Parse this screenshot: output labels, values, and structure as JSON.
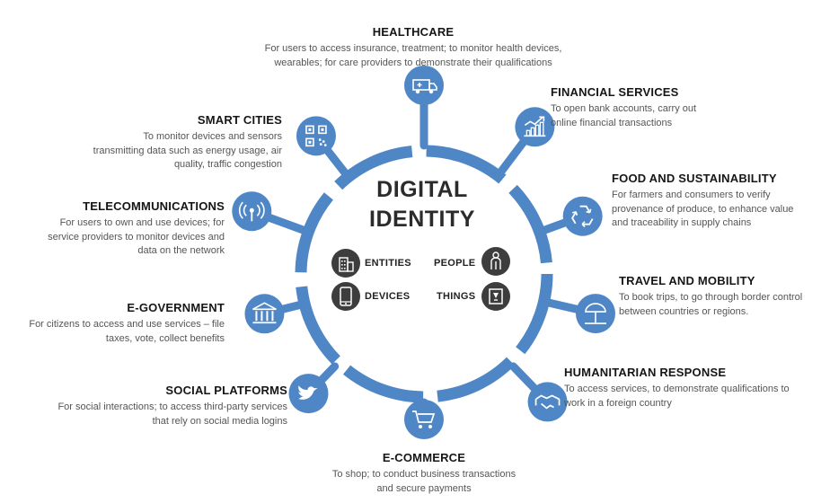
{
  "center": {
    "title_line1": "DIGITAL",
    "title_line2": "IDENTITY",
    "categories": [
      {
        "label": "ENTITIES",
        "icon": "building-icon"
      },
      {
        "label": "PEOPLE",
        "icon": "person-icon"
      },
      {
        "label": "DEVICES",
        "icon": "phone-icon"
      },
      {
        "label": "THINGS",
        "icon": "chip-icon"
      }
    ]
  },
  "sectors": [
    {
      "title": "HEALTHCARE",
      "lines": [
        "For users to access insurance, treatment; to monitor health devices,",
        "wearables; for care providers to demonstrate their qualifications"
      ],
      "icon": "ambulance-icon"
    },
    {
      "title": "FINANCIAL SERVICES",
      "lines": [
        "To open bank accounts, carry out",
        "online financial transactions"
      ],
      "icon": "growth-chart-icon"
    },
    {
      "title": "FOOD AND SUSTAINABILITY",
      "lines": [
        "For farmers and consumers to verify",
        "provenance of produce, to enhance value",
        "and traceability in supply chains"
      ],
      "icon": "recycle-icon"
    },
    {
      "title": "TRAVEL AND MOBILITY",
      "lines": [
        "To book trips, to go through border control",
        "between countries or regions."
      ],
      "icon": "beach-umbrella-icon"
    },
    {
      "title": "HUMANITARIAN RESPONSE",
      "lines": [
        "To access services, to demonstrate qualifications to",
        "work in a foreign country"
      ],
      "icon": "handshake-icon"
    },
    {
      "title": "E-COMMERCE",
      "lines": [
        "To shop; to conduct business transactions",
        "and secure payments"
      ],
      "icon": "shopping-cart-icon"
    },
    {
      "title": "SOCIAL PLATFORMS",
      "lines": [
        "For social interactions; to access third-party services",
        "that rely on social media logins"
      ],
      "icon": "bird-icon"
    },
    {
      "title": "E-GOVERNMENT",
      "lines": [
        "For citizens to access and use services – file",
        "taxes, vote, collect benefits"
      ],
      "icon": "government-building-icon"
    },
    {
      "title": "TELECOMMUNICATIONS",
      "lines": [
        "For users to own and use devices; for",
        "service providers to monitor devices and",
        "data on the network"
      ],
      "icon": "signal-icon"
    },
    {
      "title": "SMART CITIES",
      "lines": [
        "To monitor devices and sensors",
        "transmitting data such as energy usage, air",
        "quality, traffic congestion"
      ],
      "icon": "qr-code-icon"
    }
  ],
  "colors": {
    "ring": "#4f86c6",
    "icon_bg": "#4f86c6",
    "center_icon_bg": "#3d3d3d"
  }
}
